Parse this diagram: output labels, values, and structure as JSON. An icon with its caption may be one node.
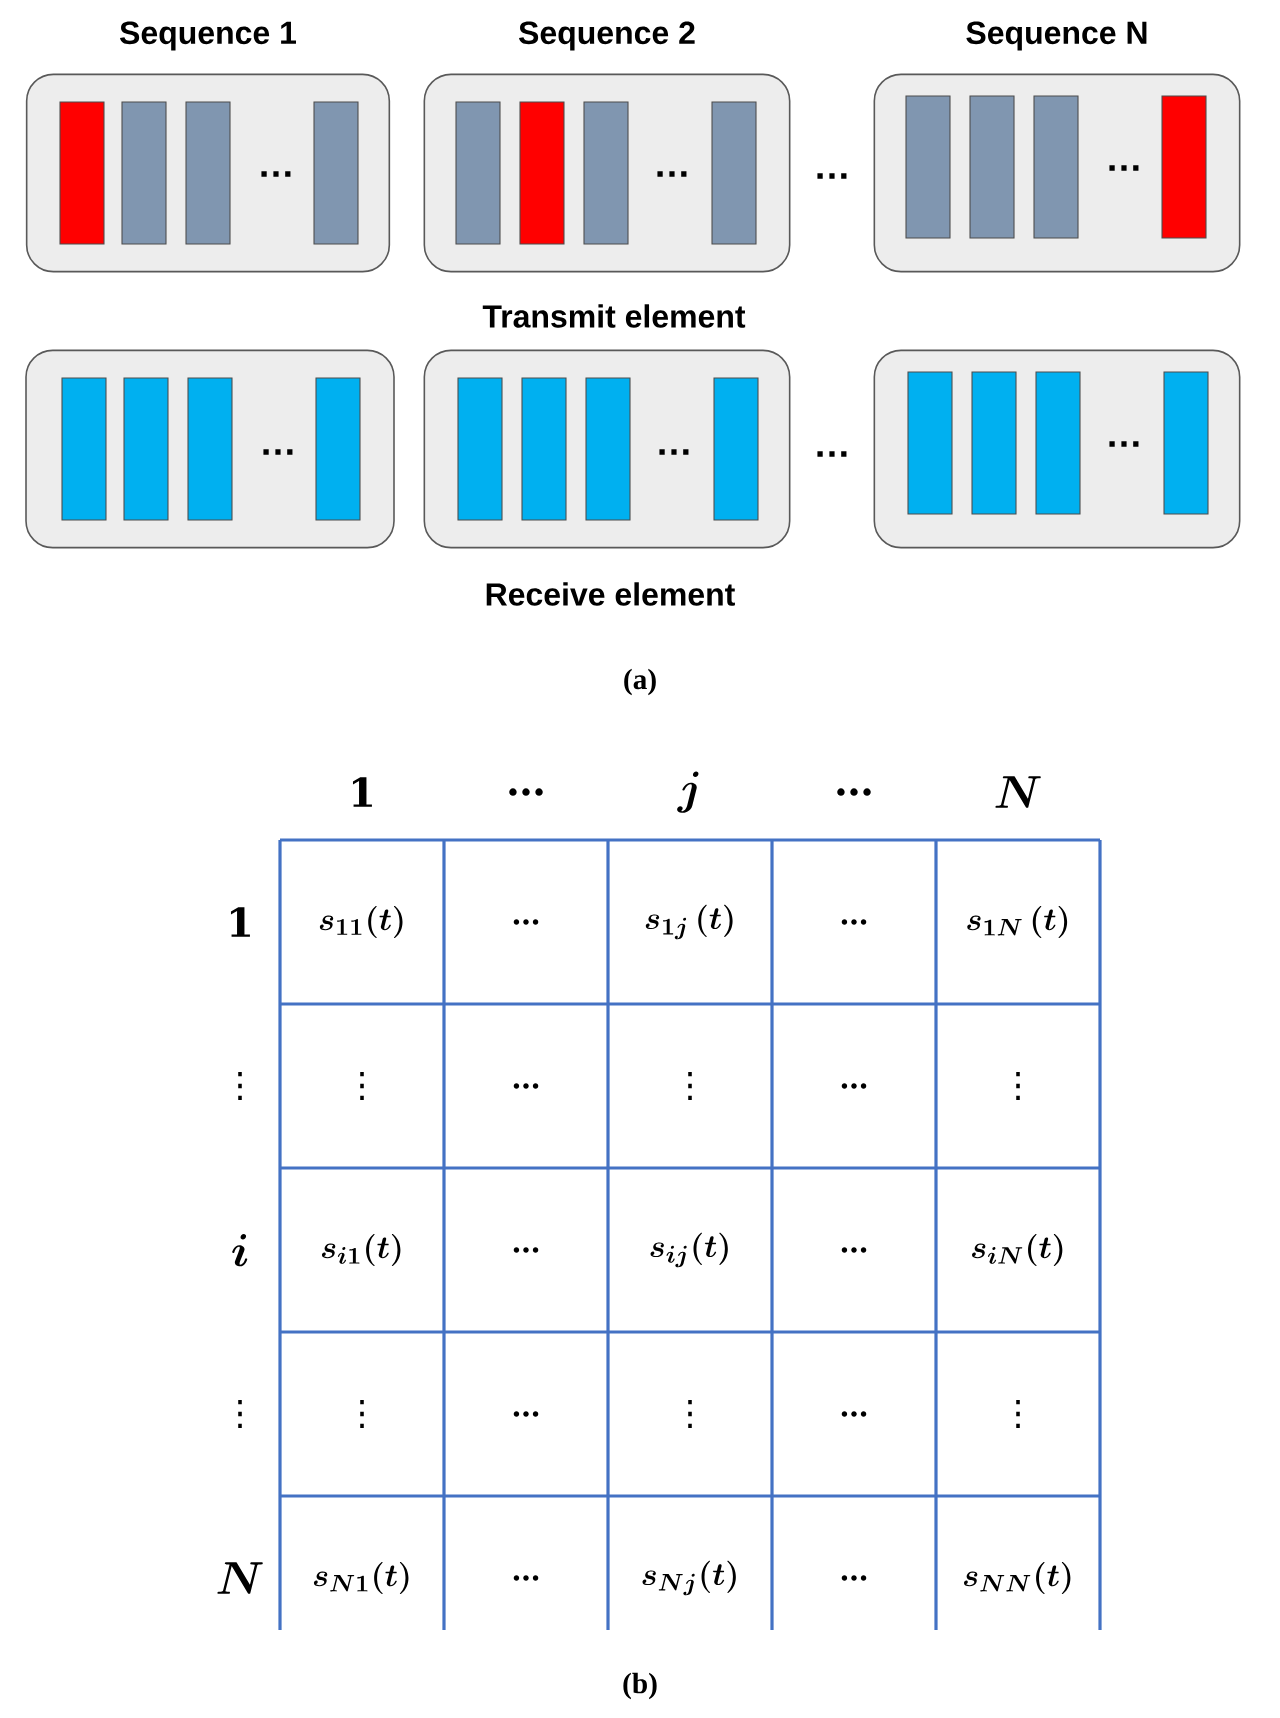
{
  "diagram": {
    "nodes": [
      {
        "text": [
          "Sequence 1",
          "…"
        ]
      },
      {
        "text": [
          "Sequence 2",
          "…"
        ]
      },
      {
        "text": [
          "Sequence N",
          "…"
        ]
      },
      {
        "text": [
          "…"
        ]
      },
      {
        "text": [
          "…"
        ]
      },
      {
        "text": [
          "…"
        ]
      }
    ],
    "labels": [
      "…",
      "Transmit element",
      "…",
      "Receive element",
      "(a)",
      "1",
      "…",
      "\\boldsymbol{j}",
      "…",
      "\\boldsymbol{N}",
      "1",
      "\\boldsymbol{s_{11}(t)}",
      "…",
      "\\boldsymbol{s_{1j}\\,(t)}",
      "…",
      "\\boldsymbol{s_{1N}\\,(t)}",
      "⋮",
      "⋮",
      "…",
      "⋮",
      "…",
      "⋮",
      "\\boldsymbol{i}",
      "\\boldsymbol{s_{i1}(t)}",
      "…",
      "\\boldsymbol{s_{ij}(t)}",
      "…",
      "\\boldsymbol{s_{iN}(t)}",
      "⋮",
      "⋮",
      "…",
      "⋮",
      "…",
      "⋮",
      "\\boldsymbol{N}",
      "\\boldsymbol{s_{N1}(t)}",
      "…",
      "\\boldsymbol{s_{Nj}(t)}",
      "…",
      "\\boldsymbol{s_{NN}(t)}",
      "(b)"
    ]
  }
}
